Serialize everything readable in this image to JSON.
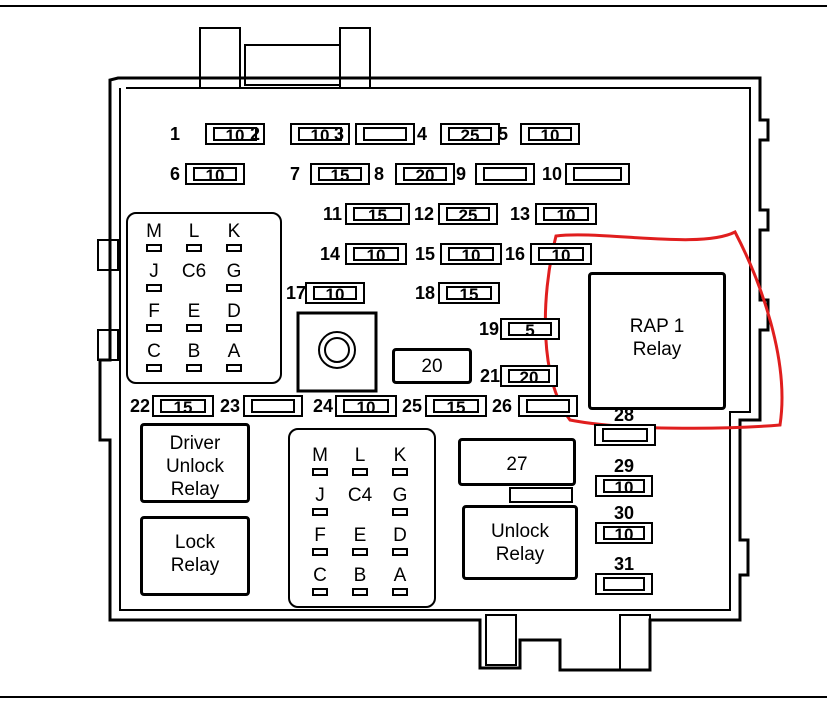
{
  "diagram": {
    "fuses": [
      {
        "num": "1",
        "val": "10"
      },
      {
        "num": "2",
        "val": "10"
      },
      {
        "num": "3",
        "val": ""
      },
      {
        "num": "4",
        "val": "25"
      },
      {
        "num": "5",
        "val": "10"
      },
      {
        "num": "6",
        "val": "10"
      },
      {
        "num": "7",
        "val": "15"
      },
      {
        "num": "8",
        "val": "20"
      },
      {
        "num": "9",
        "val": ""
      },
      {
        "num": "10",
        "val": ""
      },
      {
        "num": "11",
        "val": "15"
      },
      {
        "num": "12",
        "val": "25"
      },
      {
        "num": "13",
        "val": "10"
      },
      {
        "num": "14",
        "val": "10"
      },
      {
        "num": "15",
        "val": "10"
      },
      {
        "num": "16",
        "val": "10"
      },
      {
        "num": "17",
        "val": "10"
      },
      {
        "num": "18",
        "val": "15"
      },
      {
        "num": "19",
        "val": "5"
      },
      {
        "num": "20",
        "val": "20"
      },
      {
        "num": "21",
        "val": "20"
      },
      {
        "num": "22",
        "val": "15"
      },
      {
        "num": "23",
        "val": ""
      },
      {
        "num": "24",
        "val": "10"
      },
      {
        "num": "25",
        "val": "15"
      },
      {
        "num": "26",
        "val": ""
      },
      {
        "num": "27",
        "val": "27"
      },
      {
        "num": "28",
        "val": ""
      },
      {
        "num": "29",
        "val": "10"
      },
      {
        "num": "30",
        "val": "10"
      },
      {
        "num": "31",
        "val": ""
      }
    ],
    "relays": {
      "rap1": "RAP 1\nRelay",
      "driver_unlock": "Driver\nUnlock\nRelay",
      "lock": "Lock\nRelay",
      "unlock": "Unlock\nRelay"
    },
    "connectors": {
      "c6": {
        "name": "C6",
        "pins": [
          [
            "M",
            "L",
            "K"
          ],
          [
            "J",
            "C6",
            "G"
          ],
          [
            "F",
            "E",
            "D"
          ],
          [
            "C",
            "B",
            "A"
          ]
        ]
      },
      "c4": {
        "name": "C4",
        "pins": [
          [
            "M",
            "L",
            "K"
          ],
          [
            "J",
            "C4",
            "G"
          ],
          [
            "F",
            "E",
            "D"
          ],
          [
            "C",
            "B",
            "A"
          ]
        ]
      }
    },
    "highlight_color": "#e01e1e"
  }
}
